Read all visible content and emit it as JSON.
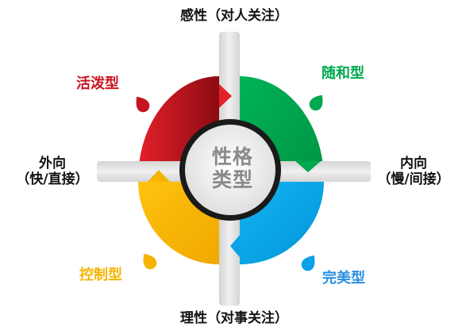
{
  "center": {
    "line1": "性格",
    "line2": "类型"
  },
  "axes": {
    "top": "感性（对人关注）",
    "bottom": "理性（对事关注）",
    "left": {
      "line1": "外向",
      "line2": "（快/直接）"
    },
    "right": {
      "line1": "内向",
      "line2": "（慢/间接）"
    }
  },
  "quadrants": [
    {
      "position": "top-left",
      "label": "活泼型",
      "color": "#c8141e"
    },
    {
      "position": "top-right",
      "label": "随和型",
      "color": "#00a84f"
    },
    {
      "position": "bottom-left",
      "label": "控制型",
      "color": "#f5b400"
    },
    {
      "position": "bottom-right",
      "label": "完美型",
      "color": "#0aa2e6"
    }
  ],
  "colors": {
    "cross": "#e3e3e3",
    "center_ring": "#1a1a1a",
    "center_fill": "#f2f2f2"
  }
}
